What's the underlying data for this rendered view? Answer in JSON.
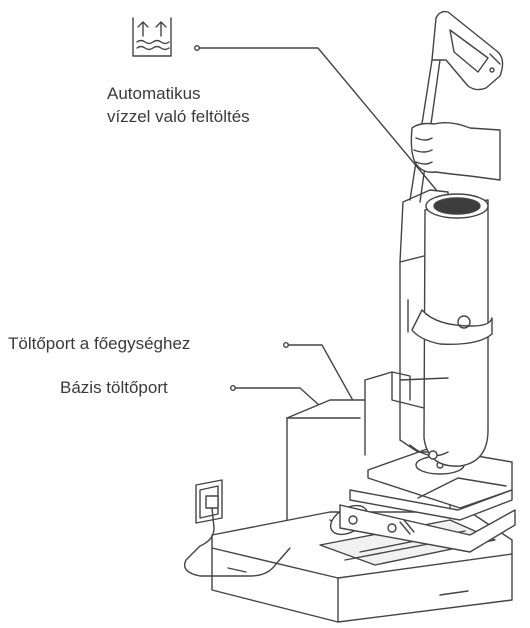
{
  "labels": {
    "auto_water_line1": "Automatikus",
    "auto_water_line2": "vízzel való feltöltés",
    "main_unit_charging_port": "Töltőport a főegységhez",
    "base_charging_port": "Bázis töltőport"
  },
  "icons": {
    "water_refill": "water-refill-icon",
    "power_outlet": "power-outlet-icon"
  },
  "colors": {
    "line": "#444444",
    "text": "#3a3a3a",
    "fill": "#ffffff",
    "shade": "#e9e9e9"
  }
}
